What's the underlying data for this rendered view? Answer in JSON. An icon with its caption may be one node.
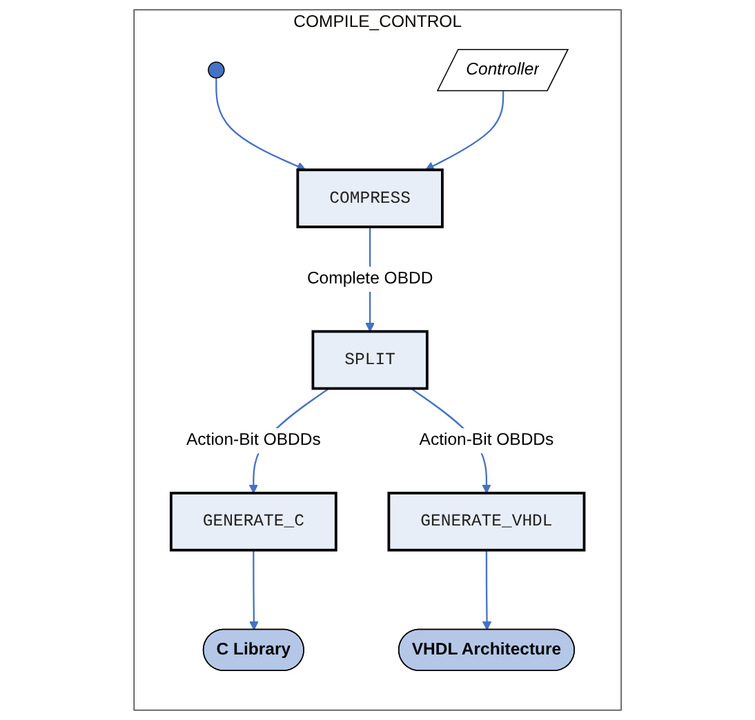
{
  "diagram": {
    "nodes": [
      {
        "text": [
          "COMPILE_CONTROL"
        ]
      },
      {
        "text": [],
        "shape": "circle",
        "in": 0
      },
      {
        "text": [
          "COMPRESS"
        ],
        "in": 0
      },
      {
        "text": [
          "Controller"
        ],
        "in": 0
      },
      {
        "text": [
          "SPLIT"
        ],
        "in": 0
      },
      {
        "text": [
          "GENERATE_C"
        ],
        "in": 0
      },
      {
        "text": [
          "GENERATE_VHDL"
        ],
        "in": 0
      },
      {
        "text": [
          "C Library"
        ],
        "in": 0
      },
      {
        "text": [
          "VHDL Architecture"
        ],
        "in": 0
      }
    ],
    "edges": [
      {
        "from": 1,
        "to": 2,
        "arrow": "to"
      },
      {
        "from": 3,
        "to": 2,
        "arrow": "to"
      },
      {
        "from": 2,
        "to": 4,
        "arrow": "to",
        "label": "Complete OBDD"
      },
      {
        "from": 4,
        "to": 5,
        "arrow": "to",
        "label": "Action-Bit OBDDs"
      },
      {
        "from": 4,
        "to": 6,
        "arrow": "to",
        "label": "Action-Bit OBDDs"
      },
      {
        "from": 5,
        "to": 7,
        "arrow": "to"
      },
      {
        "from": 6,
        "to": 8,
        "arrow": "to"
      }
    ]
  }
}
